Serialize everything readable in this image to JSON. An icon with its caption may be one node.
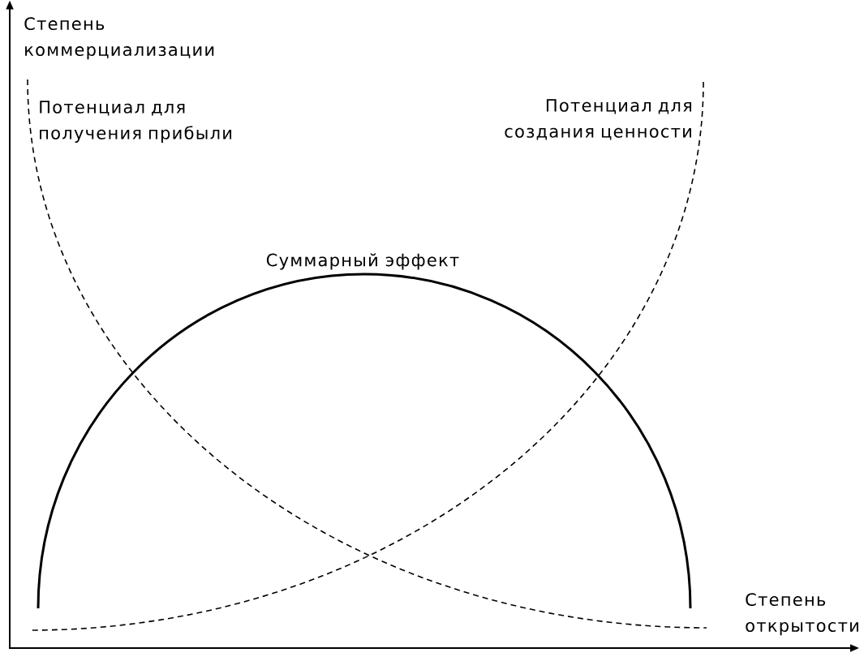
{
  "diagram": {
    "labels": [
      "Степень коммерциализации",
      "Потенциал для получения прибыли",
      "Потенциал для создания ценности",
      "Суммарный эффект",
      "Степень открытости"
    ]
  }
}
